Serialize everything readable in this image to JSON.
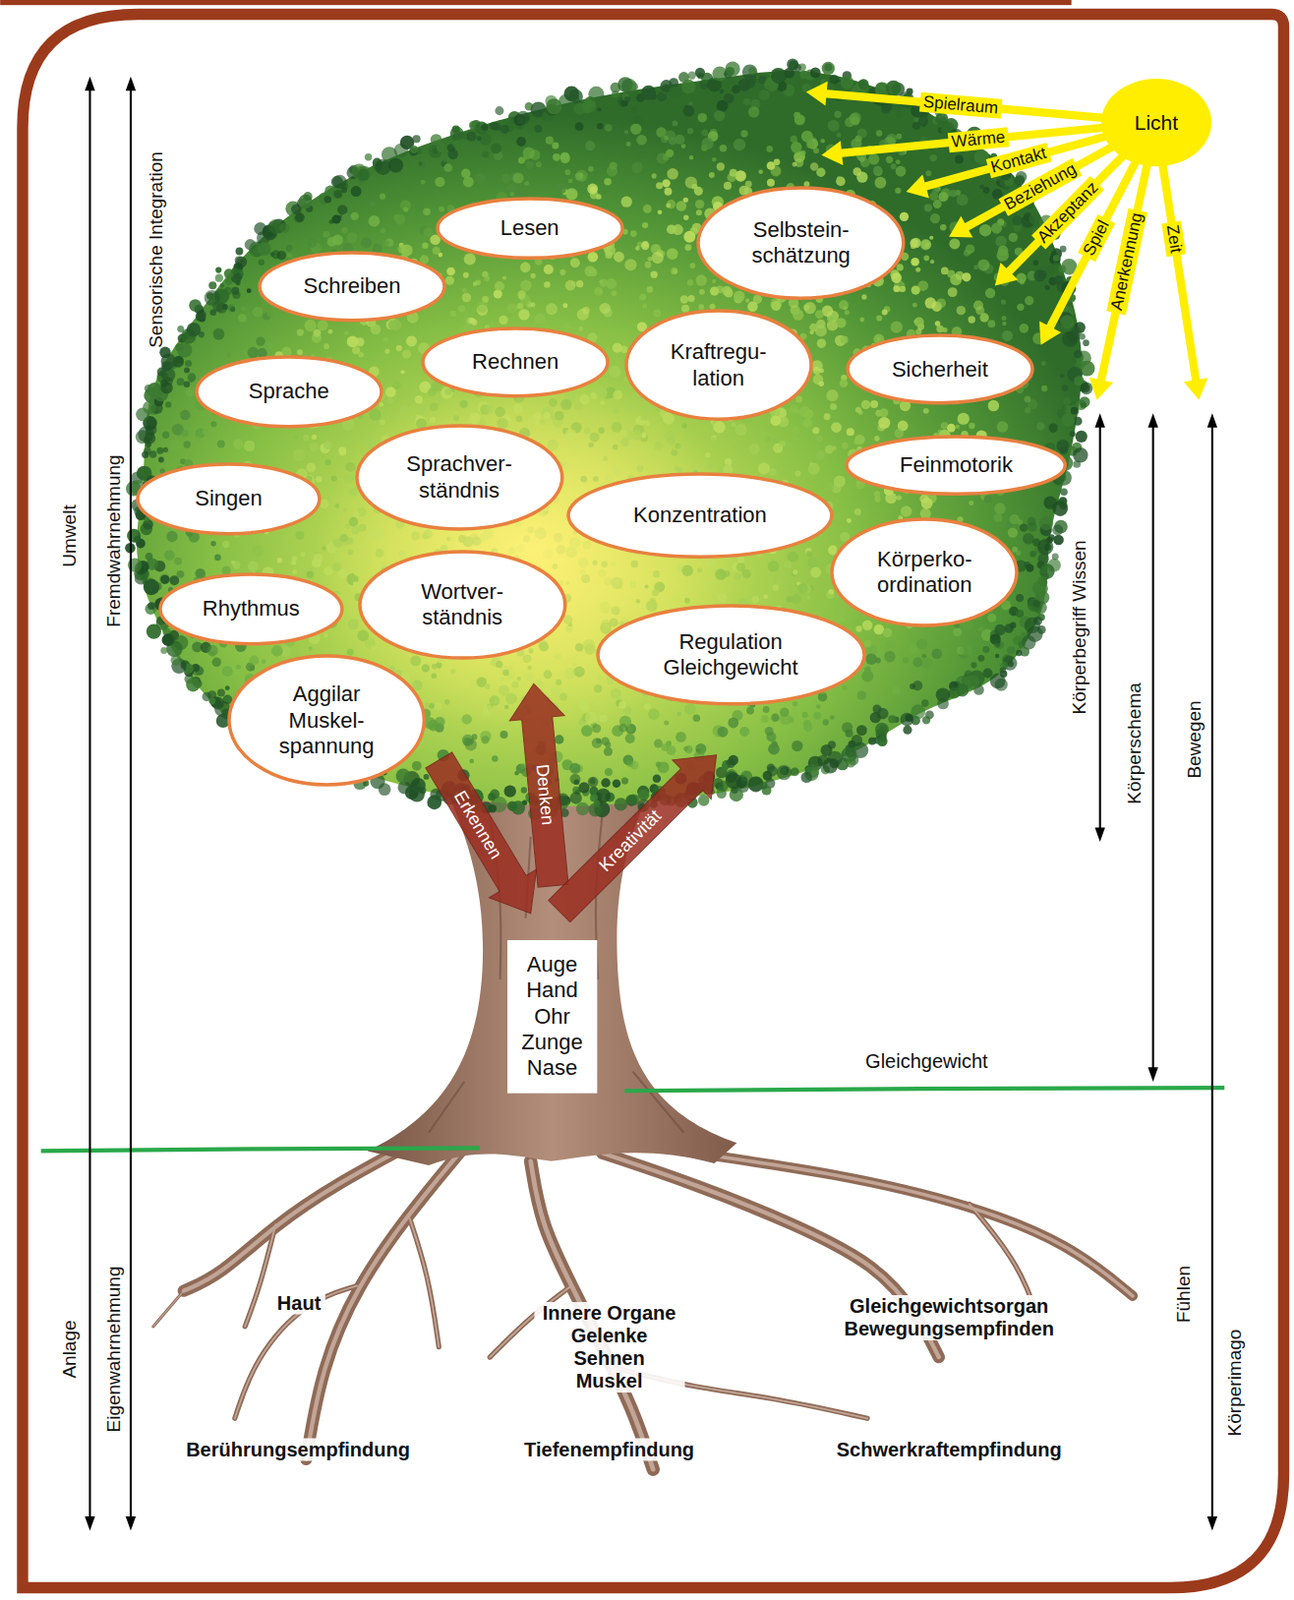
{
  "diagram": {
    "nodes": [
      {
        "text": [
          "Licht"
        ]
      },
      {
        "text": [
          "Lesen"
        ]
      },
      {
        "text": [
          "Selbstein- schätzung"
        ]
      },
      {
        "text": [
          "Schreiben"
        ]
      },
      {
        "text": [
          "Rechnen"
        ]
      },
      {
        "text": [
          "Kraftregu- lation"
        ]
      },
      {
        "text": [
          "Sicherheit"
        ]
      },
      {
        "text": [
          "Sprache"
        ]
      },
      {
        "text": [
          "Feinmotorik"
        ]
      },
      {
        "text": [
          "Sprachver- ständnis"
        ]
      },
      {
        "text": [
          "Singen"
        ]
      },
      {
        "text": [
          "Konzentration"
        ]
      },
      {
        "text": [
          "Körperko- ordination"
        ]
      },
      {
        "text": [
          "Wortver- ständnis"
        ]
      },
      {
        "text": [
          "Rhythmus"
        ]
      },
      {
        "text": [
          "Regulation Gleichgewicht"
        ]
      },
      {
        "text": [
          "Aggilar Muskel- spannung"
        ]
      },
      {
        "text": [
          "Auge Hand Ohr Zunge Nase"
        ]
      }
    ],
    "labels": [
      "Spielraum",
      "Wärme",
      "Kontakt",
      "Beziehung",
      "Akzeptanz",
      "Spiel",
      "Anerkennung",
      "Zeit",
      "Sensorische Integration",
      "Umwelt",
      "Fremdwahrnehmung",
      "Körperbegriff Wissen",
      "Körperschema",
      "Bewegen",
      "Erkennen",
      "Denken",
      "Kreativität",
      "Gleichgewicht",
      "Anlage",
      "Eigenwahrnehmung",
      "Fühlen",
      "Körperimago",
      "Haut",
      "Innere Organe Gelenke Sehnen Muskel",
      "Gleichgewichtsorgan Bewegungsempfinden",
      "Berührungsempfindung",
      "Tiefenempfindung",
      "Schwerkraftempfindung"
    ]
  }
}
